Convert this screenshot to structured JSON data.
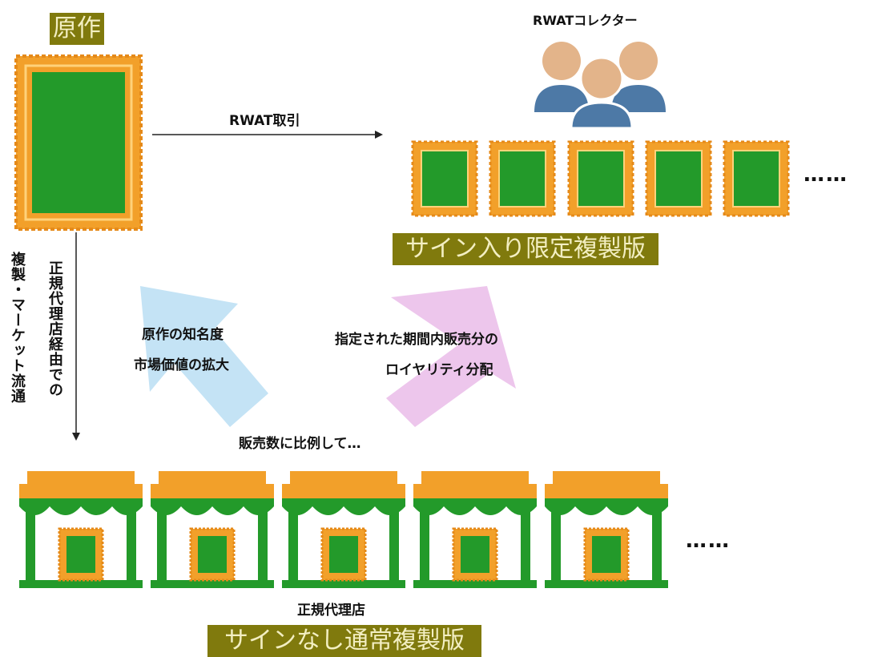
{
  "original_label": "原作",
  "collector_label": "RWATコレクター",
  "rwat_trade_label": "RWAT取引",
  "signed_edition_label": "サイン入り限定複製版",
  "distribution_label": "正規代理店経由での",
  "distribution_label2": "複製・マーケット流通",
  "recognition_line1": "原作の知名度",
  "recognition_line2": "市場価値の拡大",
  "royalty_line1": "指定された期間内販売分の",
  "royalty_line2": "ロイヤリティ分配",
  "proportional_label": "販売数に比例して…",
  "dealer_label": "正規代理店",
  "unsigned_edition_label": "サインなし通常複製版",
  "ellipsis_top": "……",
  "ellipsis_bottom": "……",
  "colors": {
    "frame_orange": "#f2a02a",
    "canvas_green": "#239a2a",
    "label_olive": "#807a0d",
    "person_blue": "#4d79a6",
    "person_skin": "#e3b48a",
    "arrow_blue": "#c4e3f5",
    "arrow_pink": "#edc6ec"
  }
}
